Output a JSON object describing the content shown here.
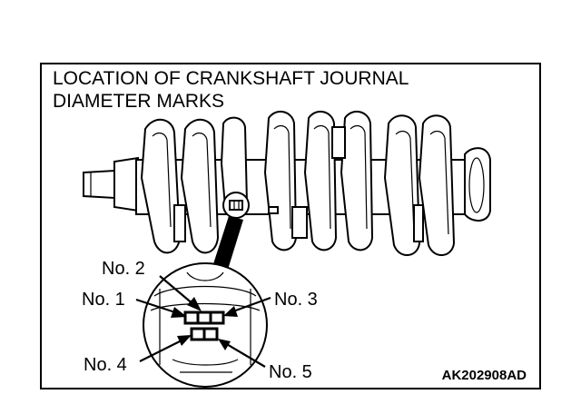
{
  "title": {
    "line1": "LOCATION OF CRANKSHAFT JOURNAL",
    "line2": "DIAMETER MARKS"
  },
  "callouts": {
    "no1": "No. 1",
    "no2": "No. 2",
    "no3": "No. 3",
    "no4": "No. 4",
    "no5": "No. 5"
  },
  "figure_code": "AK202908AD",
  "colors": {
    "ink": "#000000",
    "paper": "#ffffff"
  }
}
